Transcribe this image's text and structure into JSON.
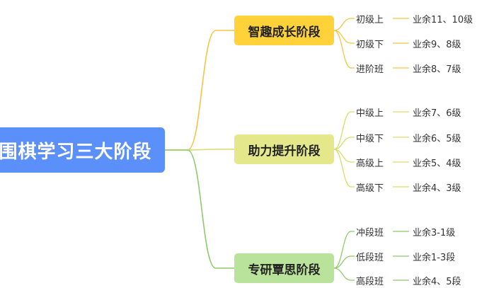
{
  "root": {
    "label": "围棋学习三大阶段"
  },
  "stages": [
    {
      "label": "智趣成长阶段",
      "color": "#f5c445",
      "items": [
        {
          "level": "初级上",
          "amateur": "业余11、10级"
        },
        {
          "level": "初级下",
          "amateur": "业余9、8级"
        },
        {
          "level": "进阶班",
          "amateur": "业余8、7级"
        }
      ]
    },
    {
      "label": "助力提升阶段",
      "color": "#d9dc6a",
      "items": [
        {
          "level": "中级上",
          "amateur": "业余7、6级"
        },
        {
          "level": "中级下",
          "amateur": "业余6、5级"
        },
        {
          "level": "高级上",
          "amateur": "业余5、4级"
        },
        {
          "level": "高级下",
          "amateur": "业余4、3级"
        }
      ]
    },
    {
      "label": "专研覃思阶段",
      "color": "#8fcb6a",
      "items": [
        {
          "level": "冲段班",
          "amateur": "业余3-1级"
        },
        {
          "level": "低段班",
          "amateur": "业余1-3段"
        },
        {
          "level": "高段班",
          "amateur": "业余4、5段"
        }
      ]
    }
  ]
}
